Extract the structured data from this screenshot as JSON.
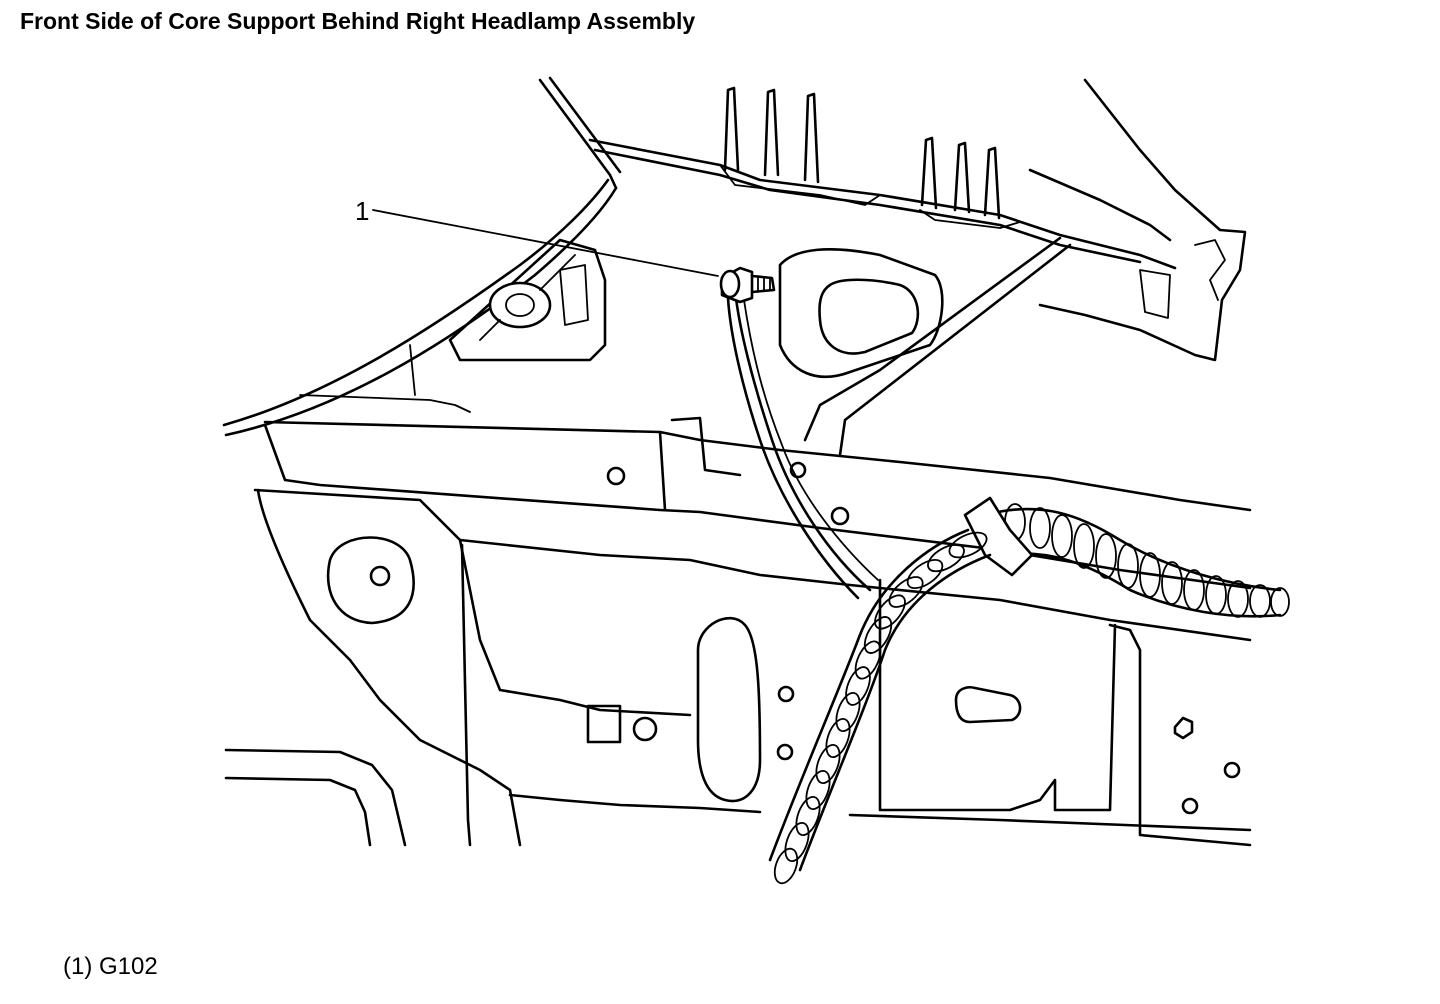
{
  "title": "Front Side of Core Support Behind Right Headlamp Assembly",
  "callouts": [
    {
      "number": "1",
      "label": "G102"
    }
  ],
  "legend": [
    {
      "key": "(1)",
      "label": "G102"
    }
  ]
}
